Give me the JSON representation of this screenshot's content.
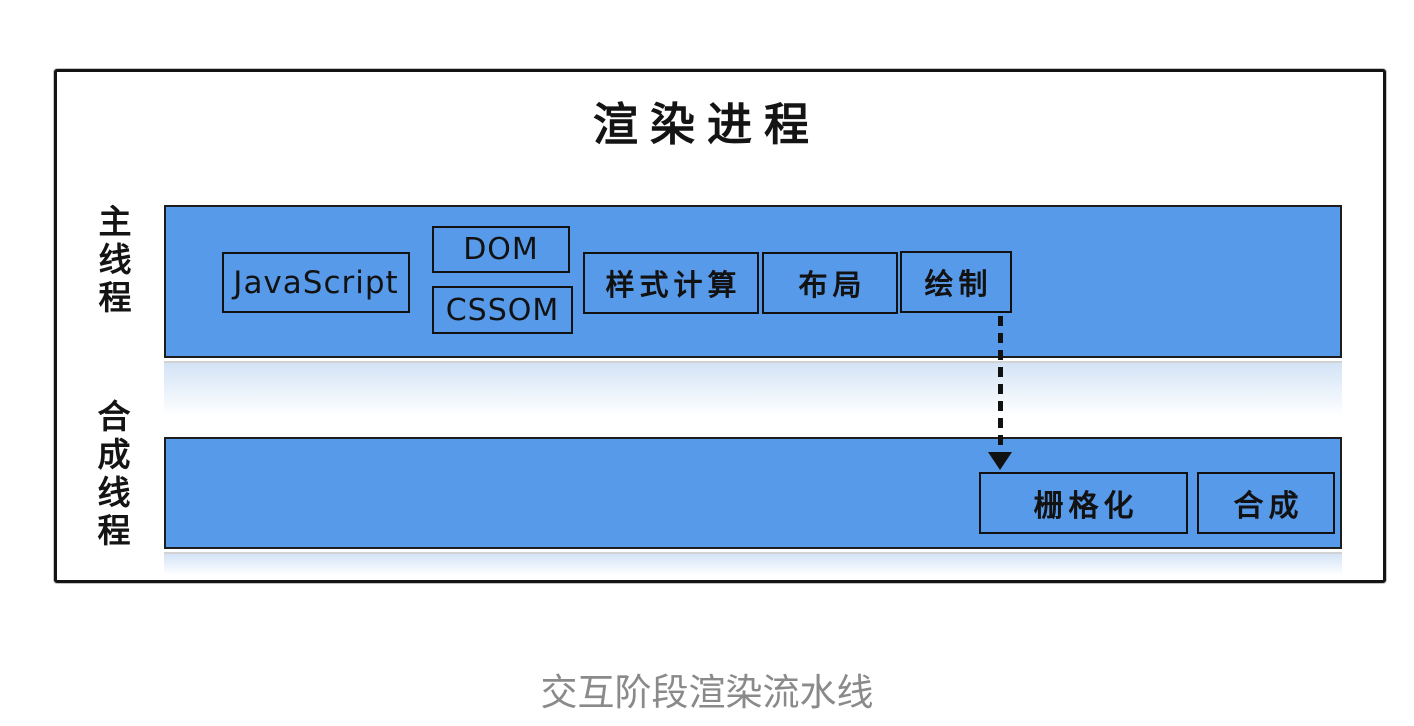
{
  "diagram": {
    "title": "渲染进程",
    "caption": "交互阶段渲染流水线",
    "main_thread": {
      "label": "主线程",
      "boxes": [
        "JavaScript",
        "DOM",
        "CSSOM",
        "样式计算",
        "布局",
        "绘制"
      ]
    },
    "compositor_thread": {
      "label": "合成线程",
      "boxes": [
        "栅格化",
        "合成"
      ]
    },
    "arrow": {
      "from": "绘制",
      "to": "栅格化",
      "style": "dashed"
    },
    "colors": {
      "band_blue": "#589AEA",
      "outline_black": "#141414",
      "reflection_blue": "#D3E3F6",
      "caption_gray": "#8A8A8A"
    }
  }
}
